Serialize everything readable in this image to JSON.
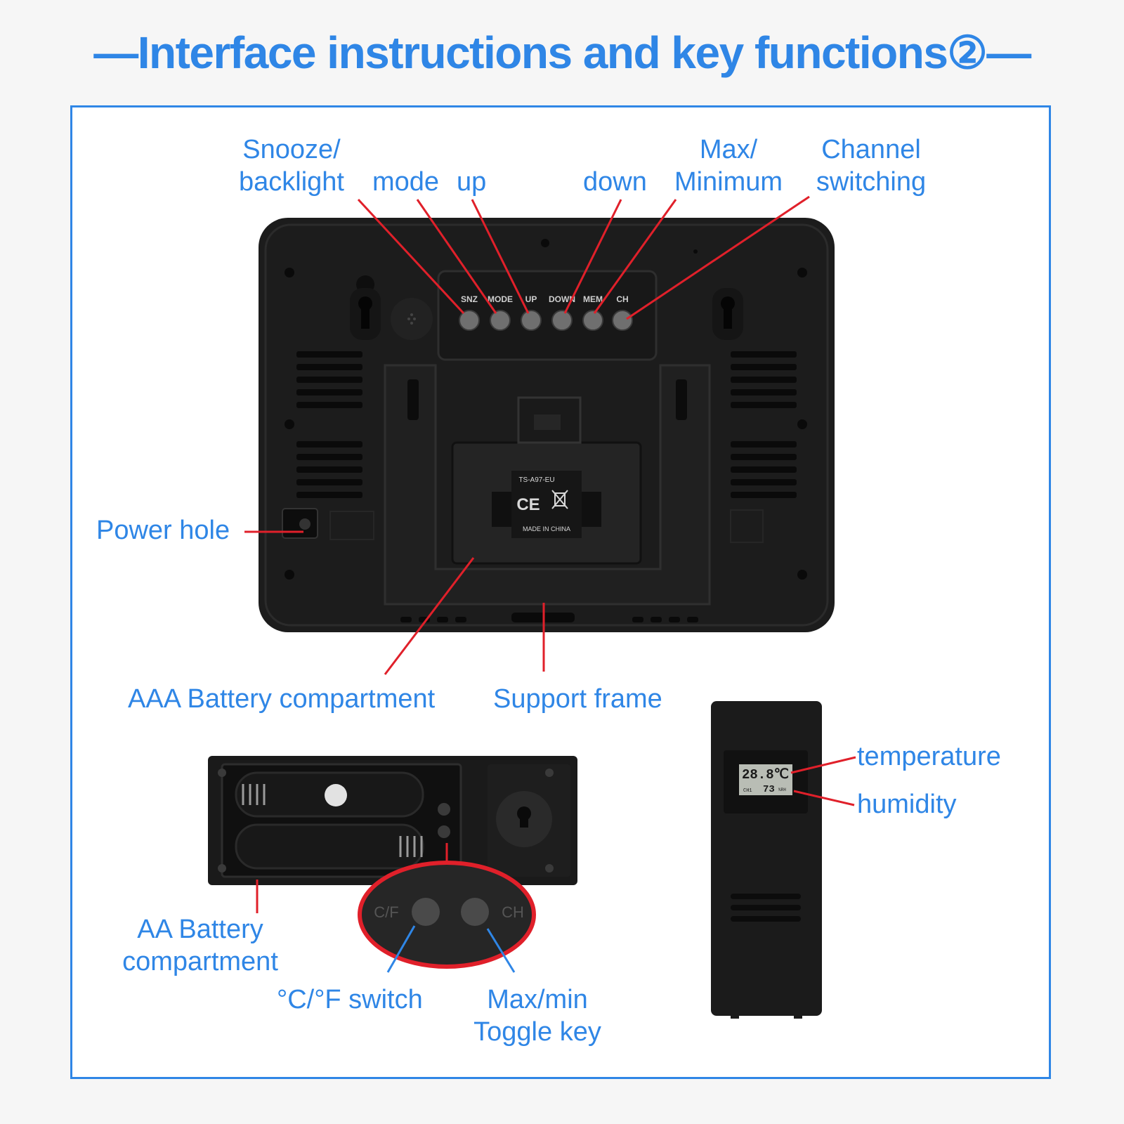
{
  "title": "—Interface instructions and key functions②—",
  "labels": {
    "snooze_line1": "Snooze/",
    "snooze_line2": "backlight",
    "mode": "mode",
    "up": "up",
    "down": "down",
    "maxmin_line1": "Max/",
    "maxmin_line2": "Minimum",
    "channel_line1": "Channel",
    "channel_line2": "switching",
    "power_hole": "Power hole",
    "aaa_battery": "AAA Battery compartment",
    "support_frame": "Support frame",
    "temperature": "temperature",
    "humidity": "humidity",
    "aa_battery_line1": "AA Battery",
    "aa_battery_line2": "compartment",
    "cf_switch": "°C/°F switch",
    "toggle_line1": "Max/min",
    "toggle_line2": "Toggle key"
  },
  "device_buttons": [
    "SNZ",
    "MODE",
    "UP",
    "DOWN",
    "MEM",
    "CH"
  ],
  "device_sticker": {
    "model": "TS-A97-EU",
    "ce": "CE",
    "made_in": "MADE IN CHINA"
  },
  "sensor_display": {
    "temperature": "28.8℃",
    "humidity": "73",
    "humidity_unit": "%RH",
    "channel": "CH1"
  },
  "sensor_switch_labels": [
    "C/F",
    "CH"
  ],
  "colors": {
    "accent": "#2f86e6",
    "pointer": "#e0202a",
    "device": "#1c1c1c"
  }
}
